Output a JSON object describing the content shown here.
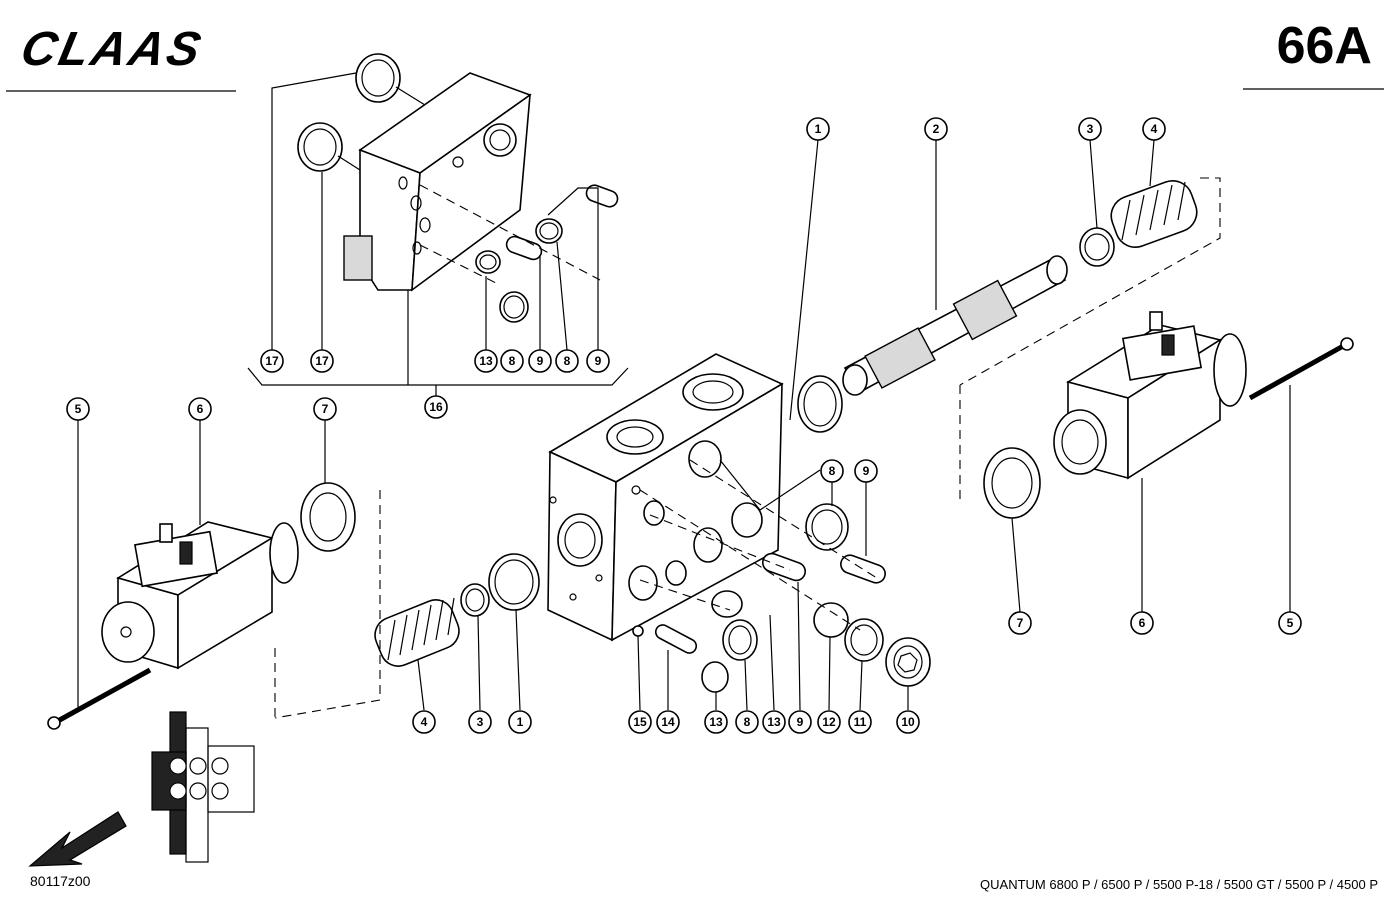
{
  "header": {
    "brand": "CLAAS",
    "page_number": "66A"
  },
  "footer": {
    "drawing_number": "80117z00",
    "models": "QUANTUM 6800 P / 6500 P / 5500 P-18 / 5500 GT / 5500 P / 4500 P"
  },
  "callouts": [
    {
      "id": "c17a",
      "label": "17"
    },
    {
      "id": "c17b",
      "label": "17"
    },
    {
      "id": "c13a",
      "label": "13"
    },
    {
      "id": "c8a",
      "label": "8"
    },
    {
      "id": "c9a",
      "label": "9"
    },
    {
      "id": "c8b",
      "label": "8"
    },
    {
      "id": "c9b",
      "label": "9"
    },
    {
      "id": "c16",
      "label": "16"
    },
    {
      "id": "c1a",
      "label": "1"
    },
    {
      "id": "c2",
      "label": "2"
    },
    {
      "id": "c3a",
      "label": "3"
    },
    {
      "id": "c4a",
      "label": "4"
    },
    {
      "id": "c5a",
      "label": "5"
    },
    {
      "id": "c6a",
      "label": "6"
    },
    {
      "id": "c7a",
      "label": "7"
    },
    {
      "id": "c8c",
      "label": "8"
    },
    {
      "id": "c9c",
      "label": "9"
    },
    {
      "id": "c7b",
      "label": "7"
    },
    {
      "id": "c6b",
      "label": "6"
    },
    {
      "id": "c5b",
      "label": "5"
    },
    {
      "id": "c4b",
      "label": "4"
    },
    {
      "id": "c3b",
      "label": "3"
    },
    {
      "id": "c1b",
      "label": "1"
    },
    {
      "id": "c15",
      "label": "15"
    },
    {
      "id": "c14",
      "label": "14"
    },
    {
      "id": "c13b",
      "label": "13"
    },
    {
      "id": "c8d",
      "label": "8"
    },
    {
      "id": "c13c",
      "label": "13"
    },
    {
      "id": "c9d",
      "label": "9"
    },
    {
      "id": "c12",
      "label": "12"
    },
    {
      "id": "c11",
      "label": "11"
    },
    {
      "id": "c10",
      "label": "10"
    }
  ]
}
